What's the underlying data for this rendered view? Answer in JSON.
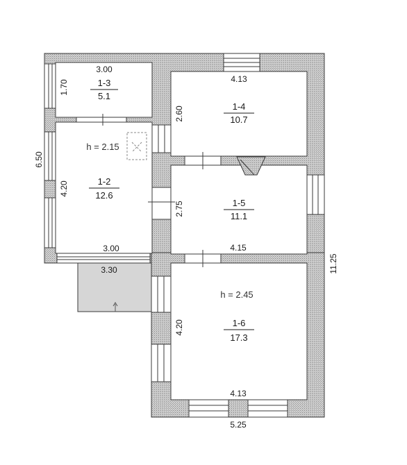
{
  "colors": {
    "wall_fill": "#c9c9c9",
    "wall_stroke": "#3a3a3a",
    "room_fill": "#ffffff",
    "porch_fill": "#d4d4d4",
    "text": "#1a1a1a"
  },
  "rooms": [
    {
      "id": "1-3",
      "area": "5.1"
    },
    {
      "id": "1-4",
      "area": "10.7"
    },
    {
      "id": "1-2",
      "area": "12.6"
    },
    {
      "id": "1-5",
      "area": "11.1"
    },
    {
      "id": "1-6",
      "area": "17.3"
    }
  ],
  "heights": {
    "left_wing": "h = 2.15",
    "right_wing": "h = 2.45"
  },
  "dimensions": {
    "room13_width": "3.00",
    "room13_depth": "1.70",
    "room14_width": "4.13",
    "room14_depth": "2.60",
    "left_overall": "6.50",
    "room12_depth": "4.20",
    "room12_width": "3.00",
    "porch_width": "3.30",
    "room15_depth": "2.75",
    "room15_width": "4.15",
    "overall_height": "11.25",
    "room16_depth": "4.20",
    "room16_width": "4.13",
    "bottom_overall": "5.25"
  }
}
